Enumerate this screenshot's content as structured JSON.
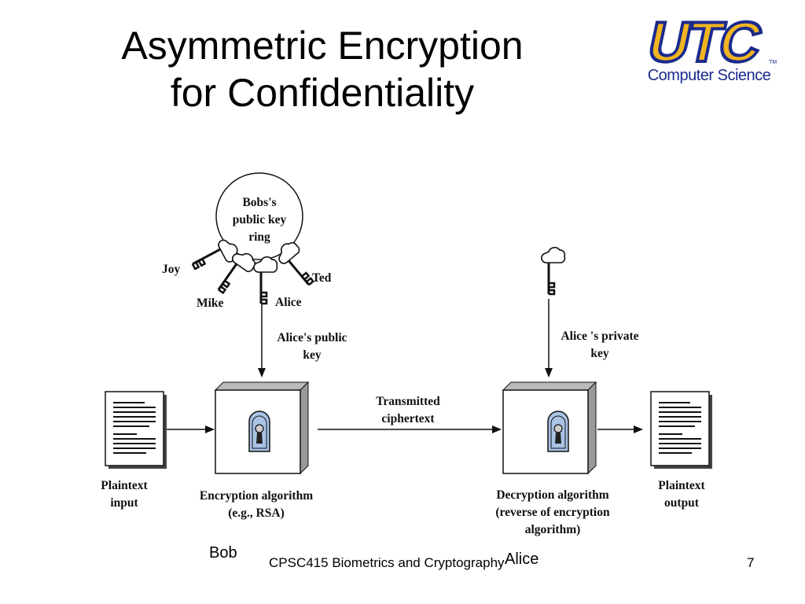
{
  "slide": {
    "title_line1": "Asymmetric Encryption",
    "title_line2": "for Confidentiality",
    "logo_text": "UTC",
    "logo_tm": "TM",
    "logo_subtitle": "Computer Science",
    "footer_bob": "Bob",
    "footer_course": "CPSC415 Biometrics and Cryptography",
    "footer_alice": "Alice",
    "page_number": "7"
  },
  "diagram": {
    "keyring": [
      "Bobs's",
      "public key",
      "ring"
    ],
    "key_names": {
      "joy": "Joy",
      "mike": "Mike",
      "alice": "Alice",
      "ted": "Ted"
    },
    "public_key_label": [
      "Alice's public",
      "key"
    ],
    "private_key_label": [
      "Alice 's private",
      "key"
    ],
    "transmitted_label": [
      "Transmitted",
      "ciphertext"
    ],
    "plaintext_input": [
      "Plaintext",
      "input"
    ],
    "encryption_label": [
      "Encryption algorithm",
      "(e.g., RSA)"
    ],
    "decryption_label": [
      "Decryption algorithm",
      "(reverse of encryption",
      "algorithm)"
    ],
    "plaintext_output": [
      "Plaintext",
      "output"
    ]
  },
  "colors": {
    "logo_gold": "#f2b51f",
    "logo_blue": "#1a2a8c",
    "lock_blue": "#a9c3e6"
  }
}
